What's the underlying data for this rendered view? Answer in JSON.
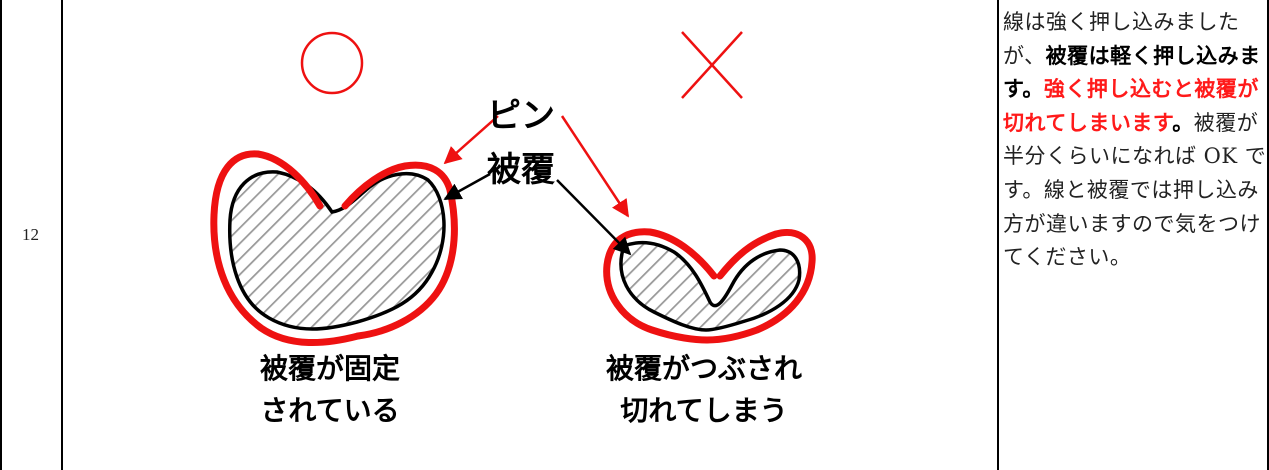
{
  "row": {
    "number": "12"
  },
  "figure": {
    "good_mark": "○",
    "bad_mark": "×",
    "label_pin": "ピン",
    "label_cover": "被覆",
    "caption_left_line1": "被覆が固定",
    "caption_left_line2": "されている",
    "caption_right_line1": "被覆がつぶされ",
    "caption_right_line2": "切れてしまう",
    "colors": {
      "pin": "#ee1111",
      "outline": "#000000",
      "hatch": "#999999"
    }
  },
  "description": {
    "text1": "線は強く押し込みましたが、",
    "bold1": "被覆は軽く押し込みます。",
    "red1": "強く押し込むと被覆が切れてしまいます",
    "bold2": "。",
    "text2": "被覆が半分くらいになれば OK です。線と被覆では押し込み方が違いますので気をつけてください。"
  }
}
